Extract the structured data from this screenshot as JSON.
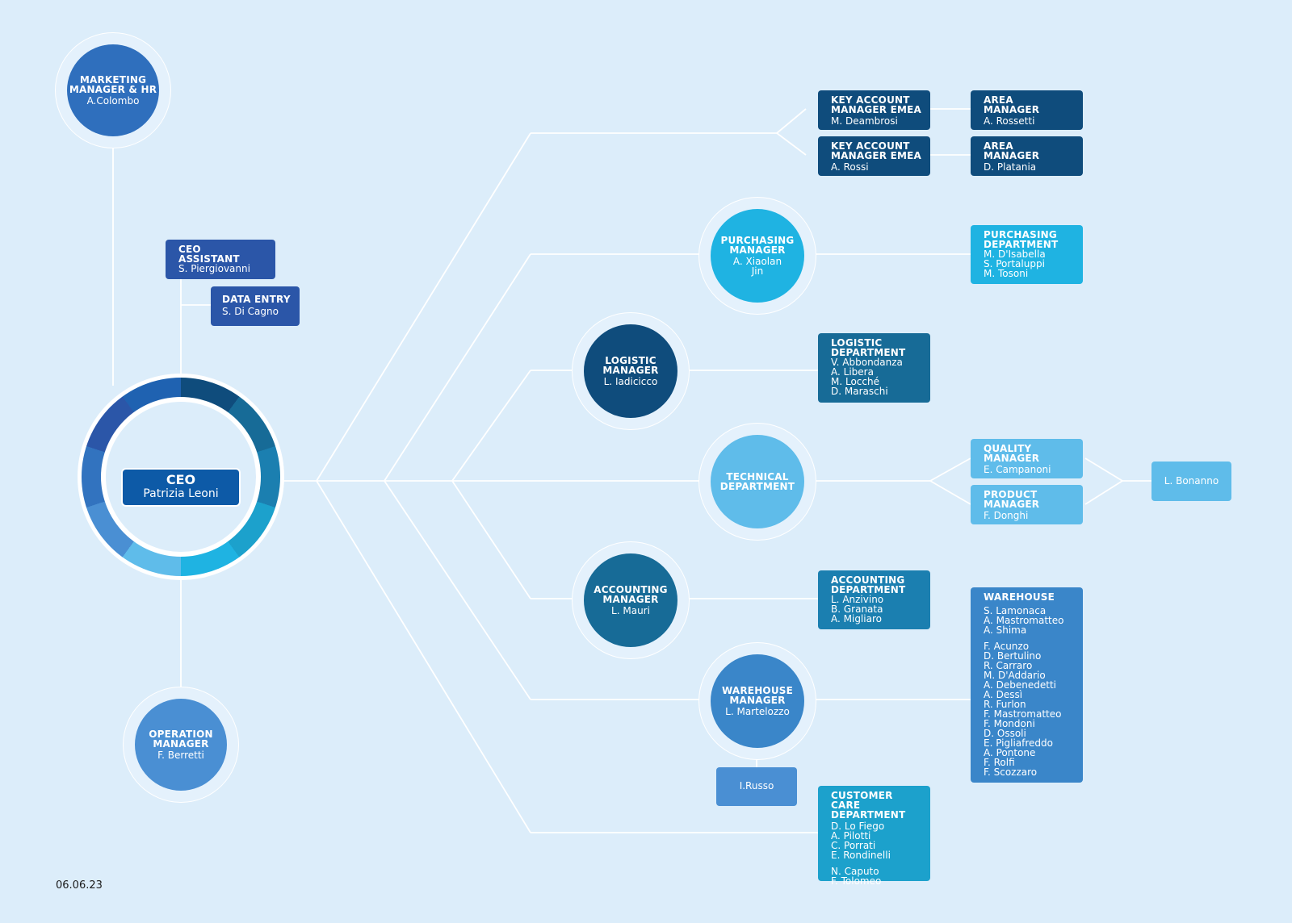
{
  "ceo": {
    "title": "CEO",
    "name": "Patrizia Leoni"
  },
  "marketing": {
    "title": "MARKETING MANAGER & HR",
    "name": "A.Colombo"
  },
  "ceo_assistant": {
    "title": "CEO ASSISTANT",
    "name": "S. Piergiovanni"
  },
  "data_entry": {
    "title": "DATA ENTRY",
    "name": "S. Di Cagno"
  },
  "operation": {
    "title": "OPERATION MANAGER",
    "name": "F. Berretti"
  },
  "kam1": {
    "title": "KEY ACCOUNT MANAGER EMEA",
    "name": "M. Deambrosi"
  },
  "kam2": {
    "title": "KEY ACCOUNT MANAGER EMEA",
    "name": "A. Rossi"
  },
  "area1": {
    "title": "AREA MANAGER",
    "name": "A. Rossetti"
  },
  "area2": {
    "title": "AREA MANAGER",
    "name": "D. Platania"
  },
  "purchasing_manager": {
    "title": "PURCHASING MANAGER",
    "name": "A. Xiaolan Jin"
  },
  "purchasing_dept": {
    "title": "PURCHASING DEPARTMENT",
    "members": [
      "M. D'Isabella",
      "S. Portaluppi",
      "M. Tosoni"
    ]
  },
  "logistic_manager": {
    "title": "LOGISTIC MANAGER",
    "name": "L. Iadicicco"
  },
  "logistic_dept": {
    "title": "LOGISTIC DEPARTMENT",
    "members": [
      "V. Abbondanza",
      "A. Libera",
      "M. Locché",
      "D. Maraschi"
    ]
  },
  "technical": {
    "title": "TECHNICAL DEPARTMENT"
  },
  "quality": {
    "title": "QUALITY MANAGER",
    "name": "E. Campanoni"
  },
  "product": {
    "title": "PRODUCT MANAGER",
    "name": "F. Donghi"
  },
  "bonanno": {
    "name": "L. Bonanno"
  },
  "accounting_manager": {
    "title": "ACCOUNTING MANAGER",
    "name": "L. Mauri"
  },
  "accounting_dept": {
    "title": "ACCOUNTING DEPARTMENT",
    "members": [
      "L. Anzivino",
      "B. Granata",
      "A. Migliaro"
    ]
  },
  "warehouse_manager": {
    "title": "WAREHOUSE MANAGER",
    "name": "L. Martelozzo"
  },
  "russo": {
    "name": "I.Russo"
  },
  "warehouse": {
    "title": "WAREHOUSE",
    "group1": [
      "S. Lamonaca",
      "A. Mastromatteo",
      "A. Shima"
    ],
    "group2": [
      "F. Acunzo",
      "D. Bertulino",
      "R. Carraro",
      "M. D'Addario",
      "A. Debenedetti",
      "A. Dessì",
      "R. Furlon",
      "F. Mastromatteo",
      "F. Mondoni",
      "D. Ossoli",
      "E. Pigliafreddo",
      "A. Pontone",
      "F. Rolfi",
      "F. Scozzaro"
    ]
  },
  "customer_care": {
    "title": "CUSTOMER CARE DEPARTMENT",
    "group1": [
      "D. Lo Fiego",
      "A. Pilotti",
      "C. Porrati",
      "E. Rondinelli"
    ],
    "group2": [
      "N. Caputo",
      "F. Tolomeo"
    ]
  },
  "date": "06.06.23"
}
